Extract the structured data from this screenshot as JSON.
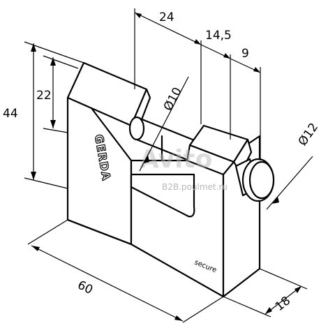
{
  "dimensions": {
    "top_width": "24",
    "bolt_offset": "14,5",
    "bolt_end": "9",
    "height_total": "44",
    "height_inner": "22",
    "shackle_diameter": "Ø10",
    "bolt_diameter": "Ø12",
    "length": "60",
    "depth": "18"
  },
  "labels": {
    "brand": "GERDA",
    "engraving": "secure",
    "watermark_big": "Avito",
    "watermark_small": "B2B.poulmet.ru"
  }
}
